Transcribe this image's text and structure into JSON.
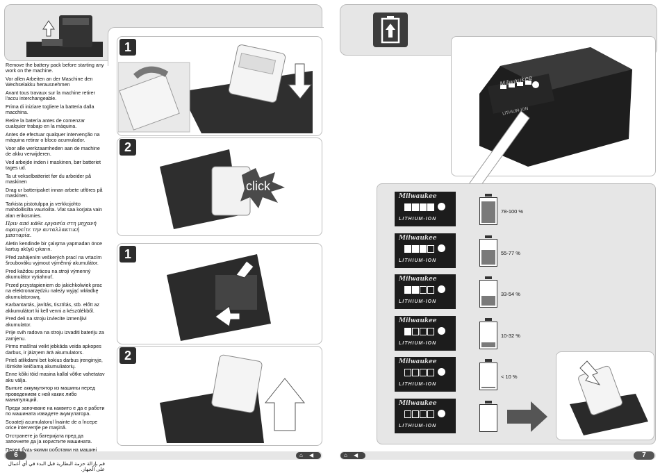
{
  "left_page": {
    "page_number": "6",
    "step_labels": [
      "1",
      "2",
      "1",
      "2"
    ],
    "click_label": "click",
    "instructions": [
      {
        "text": "Remove the battery pack before starting any work on the machine.",
        "style": "normal"
      },
      {
        "text": "Vor allen Arbeiten an der Maschine den Wechselakku herausnehmen",
        "style": "normal"
      },
      {
        "text": "Avant tous travaux sur la machine retirer l'accu interchangeable.",
        "style": "normal"
      },
      {
        "text": "Prima di iniziare togliere la batteria dalla macchina.",
        "style": "normal"
      },
      {
        "text": "Retire la batería antes de comenzar cualquier trabajo en la máquina.",
        "style": "normal"
      },
      {
        "text": "Antes de efectuar qualquer intervenção na máquina retirar o bloco acumulador.",
        "style": "normal"
      },
      {
        "text": "Voor alle werkzaamheden aan de machine de akku verwijderen.",
        "style": "normal"
      },
      {
        "text": "Ved arbejde inden i maskinen, bør batteriet tages ud.",
        "style": "normal"
      },
      {
        "text": "Ta ut vekselbatteriet før du arbeider på maskinen",
        "style": "normal"
      },
      {
        "text": "Drag ur batteripaket innan arbete utföres på maskinen.",
        "style": "normal"
      },
      {
        "text": "Tarkista pistotulppa ja verkkojohto mahdollisilta vaurioilta. Vlat saa korjata vain alan erikosmies.",
        "style": "normal"
      },
      {
        "text": "Πριν από κάθε εργασία στη μηχανή αφαιρείτε την ανταλλακτική μπαταρία.",
        "style": "greek"
      },
      {
        "text": "Aletin kendinde bir çalışma yapmadan önce kartuş aküyü çıkarın.",
        "style": "normal"
      },
      {
        "text": "Před zahájením veškerých prací na vrtacím šroubováku vyjmout výměnný akumulátor.",
        "style": "normal"
      },
      {
        "text": "Pred každou prácou na stroji výmenný akumulátor vytiahnuť.",
        "style": "normal"
      },
      {
        "text": "Przed przystąpieniem do jakichkolwiek prac na elektronarzędziu należy wyjąć wkładkę akumulatorową.",
        "style": "normal"
      },
      {
        "text": "Karbantartás, javítás, tisztítás, stb. előtt az akkumulátort ki kell venni a készülékből.",
        "style": "normal"
      },
      {
        "text": "Pred deli na stroju izvlecite izmenljivi akumulator.",
        "style": "normal"
      },
      {
        "text": "Prije svih radova na stroju izvaditi bateriju za zamjenu.",
        "style": "normal"
      },
      {
        "text": "Pirms mašīnai veikt jebkāda veida apkopes darbus, ir jāizņem ārā akumulators.",
        "style": "normal"
      },
      {
        "text": "Prieš atlikdami bet kokius darbus įrenginyje, išimkite keičiamą akumuliatorių.",
        "style": "normal"
      },
      {
        "text": "Enne kõiki töid masina kallal võtke vahetatav aku välja.",
        "style": "normal"
      },
      {
        "text": "Выньте аккумулятор из машины перед проведением с ней каких либо манипуляций.",
        "style": "normal"
      },
      {
        "text": "Преди започване на каквито е да е работи по машината извадете акумулатора.",
        "style": "normal"
      },
      {
        "text": "Scoateţi acumulatorul înainte de a începe orice intervenţie pe maşină.",
        "style": "normal"
      },
      {
        "text": "Отстранете ја батеријата пред да започнете да ја користите машината.",
        "style": "normal"
      },
      {
        "text": "Перед будь-якими роботами на машині вийміть змінну акумуляторну батарею.",
        "style": "normal"
      },
      {
        "text": "قم بإزالة حزمة البطارية قبل البدء في أي أعمال على الجهاز.",
        "style": "arabic"
      }
    ]
  },
  "right_page": {
    "page_number": "7",
    "brand_text": "Milwaukee",
    "product_text": "LITHIUM-ION",
    "charge_levels": [
      {
        "label": "78-100 %",
        "fill": 0.92,
        "lit": 4,
        "color": "#7a7a7a"
      },
      {
        "label": "55-77 %",
        "fill": 0.62,
        "lit": 3,
        "color": "#7a7a7a"
      },
      {
        "label": "33-54 %",
        "fill": 0.42,
        "lit": 2,
        "color": "#7a7a7a"
      },
      {
        "label": "10-32 %",
        "fill": 0.2,
        "lit": 1,
        "color": "#7a7a7a"
      },
      {
        "label": "< 10 %",
        "fill": 0.06,
        "lit": 0,
        "color": "#7a7a7a"
      },
      {
        "label": "",
        "fill": 0,
        "lit": 0,
        "color": "#7a7a7a"
      }
    ]
  },
  "icons": {
    "battery_charge_icon": "battery-up-arrow",
    "nav_home": "home-icon",
    "nav_back": "back-arrow-icon"
  }
}
